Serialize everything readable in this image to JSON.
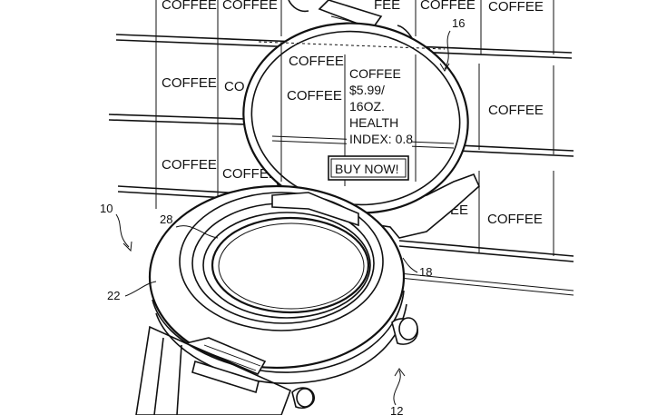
{
  "shelf": {
    "product_label": "COFFEE",
    "partial_fee": "FEE",
    "partial_ee": "EE",
    "partial_co": "CO"
  },
  "display": {
    "line1": "COFFEE",
    "line2": "$5.99/",
    "line3": "16OZ.",
    "line4": "HEALTH",
    "line5": "INDEX: 0.8",
    "buy_button": "BUY NOW!"
  },
  "reference_numerals": {
    "device": "10",
    "watch_housing": "12",
    "lid_display": "16",
    "hinge": "18",
    "band": "22",
    "watch_face": "28"
  },
  "icons": {
    "arrow": "leader-arrow-icon"
  }
}
